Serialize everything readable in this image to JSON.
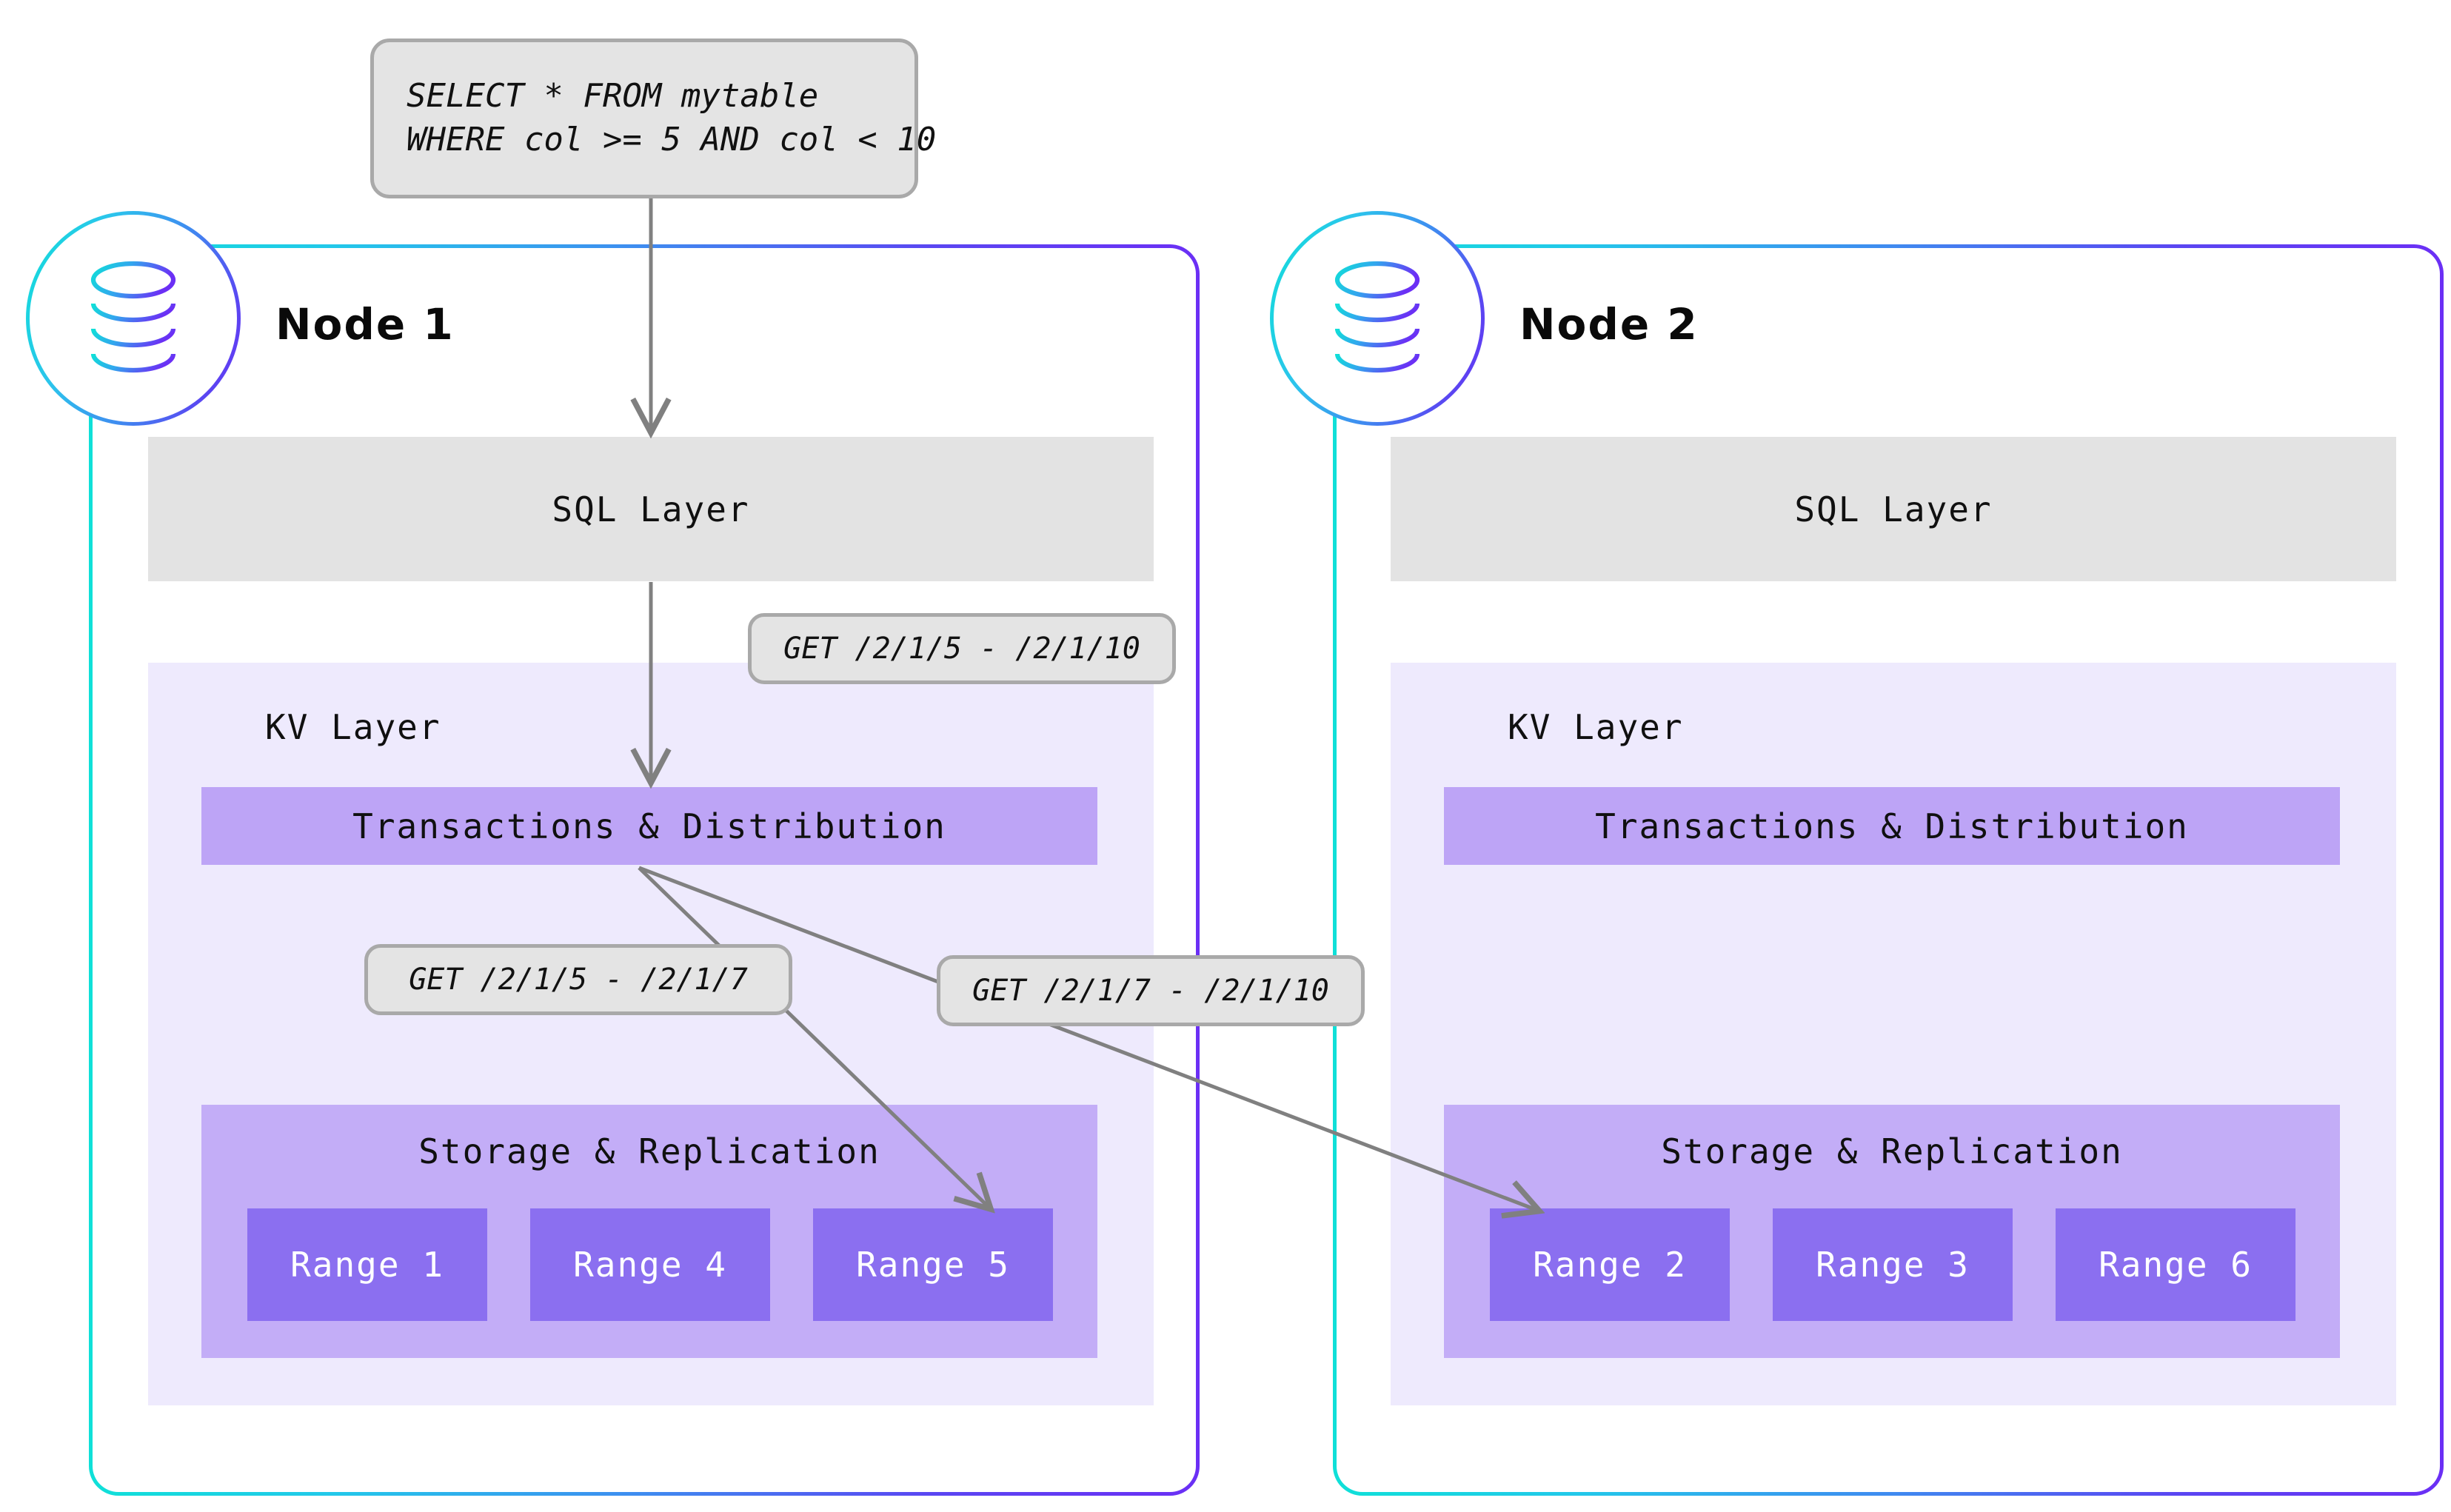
{
  "diagram": {
    "title": "CockroachDB distributed SQL query routing across nodes",
    "background_color": "#ffffff"
  },
  "query_callout": {
    "name": "sql-query",
    "line1": "SELECT * FROM mytable",
    "line2": "WHERE col >= 5 AND col < 10",
    "background_color": "#e4e4e4",
    "border_color": "#a9a9a9"
  },
  "palette": {
    "gradient_start": "#0fe0d8",
    "gradient_end": "#6b2ff5",
    "sql_layer_bg": "#e3e3e3",
    "kv_panel_bg": "#eeeafd",
    "txn_bar_bg": "#bda4f6",
    "storage_panel_bg": "#c3adf7",
    "range_box_bg": "#8b6ff0",
    "range_text": "#ffffff",
    "arrow_color": "#808080",
    "text_color": "#101010"
  },
  "nodes": [
    {
      "id": "node-1",
      "title": "Node 1",
      "icon": "database-icon",
      "sql_layer_label": "SQL Layer",
      "kv_layer_label": "KV Layer",
      "transactions_label": "Transactions & Distribution",
      "storage_label": "Storage & Replication",
      "ranges": [
        "Range 1",
        "Range 4",
        "Range 5"
      ]
    },
    {
      "id": "node-2",
      "title": "Node 2",
      "icon": "database-icon",
      "sql_layer_label": "SQL Layer",
      "kv_layer_label": "KV Layer",
      "transactions_label": "Transactions & Distribution",
      "storage_label": "Storage & Replication",
      "ranges": [
        "Range 2",
        "Range 3",
        "Range 6"
      ]
    }
  ],
  "get_callouts": [
    {
      "id": "get-top",
      "text": "GET /2/1/5 - /2/1/10"
    },
    {
      "id": "get-left",
      "text": "GET /2/1/5 - /2/1/7"
    },
    {
      "id": "get-right",
      "text": "GET /2/1/7 - /2/1/10"
    }
  ],
  "arrows": [
    {
      "name": "query-to-sql-layer",
      "from": "sql-query",
      "to": "node-1 SQL Layer"
    },
    {
      "name": "sql-to-transactions",
      "from": "node-1 SQL Layer",
      "to": "node-1 Transactions & Distribution"
    },
    {
      "name": "transactions-to-range-5",
      "from": "node-1 Transactions & Distribution",
      "to": "node-1 Range 5"
    },
    {
      "name": "transactions-to-range-2",
      "from": "node-1 Transactions & Distribution",
      "to": "node-2 Range 2"
    }
  ]
}
